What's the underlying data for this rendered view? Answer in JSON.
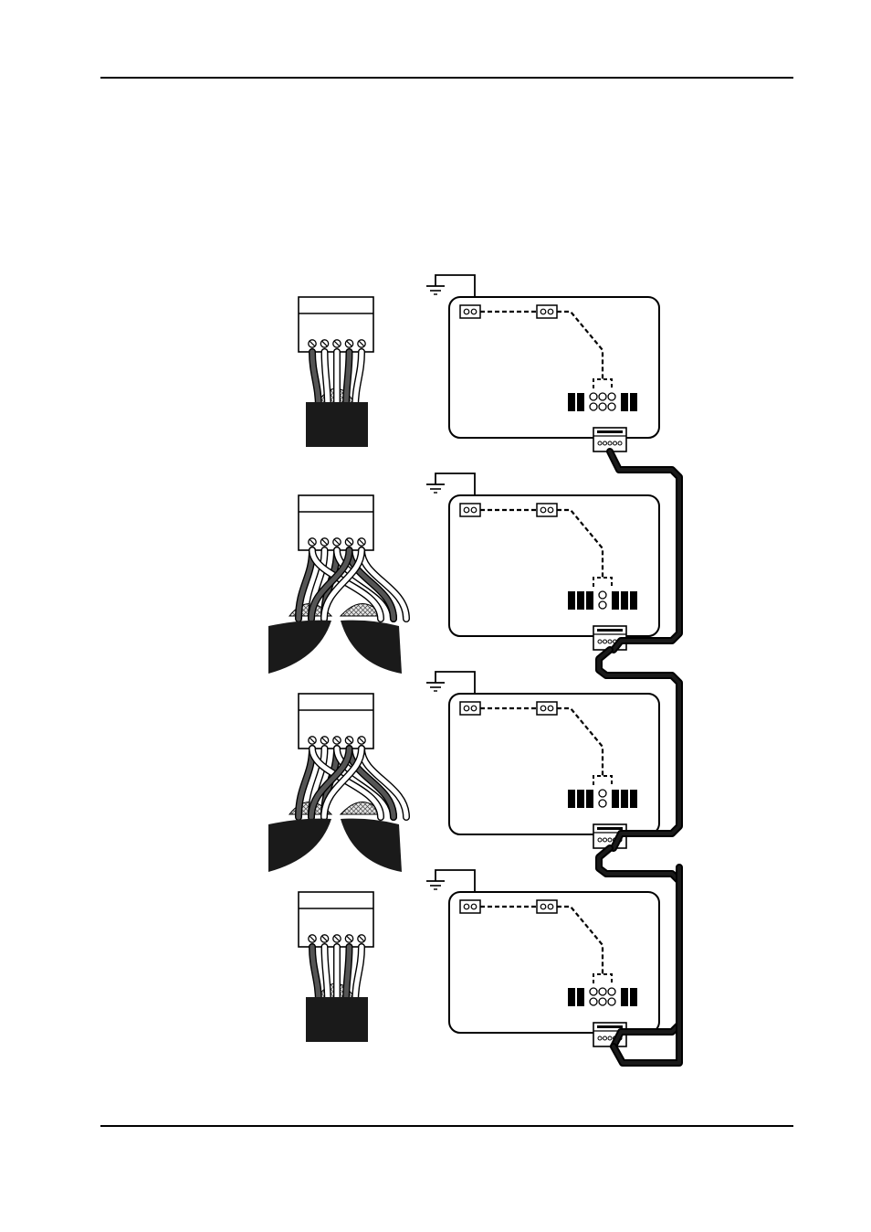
{
  "colors": {
    "ink": "#000000",
    "cable_jacket": "#1a1a1a",
    "wire_dark": "#555555",
    "wire_light": "#ffffff",
    "shield_fill": "#d9d9d9",
    "paper": "#ffffff"
  },
  "icons": [
    "ground-symbol-icon",
    "terminal-screw-icon",
    "dip-switch-icon",
    "jumper-icon"
  ],
  "diagram": {
    "nodes": [
      {
        "id": "node-1",
        "cable": "single",
        "chain": "end"
      },
      {
        "id": "node-2",
        "cable": "double",
        "chain": "middle"
      },
      {
        "id": "node-3",
        "cable": "double",
        "chain": "middle"
      },
      {
        "id": "node-4",
        "cable": "single",
        "chain": "end"
      }
    ]
  }
}
